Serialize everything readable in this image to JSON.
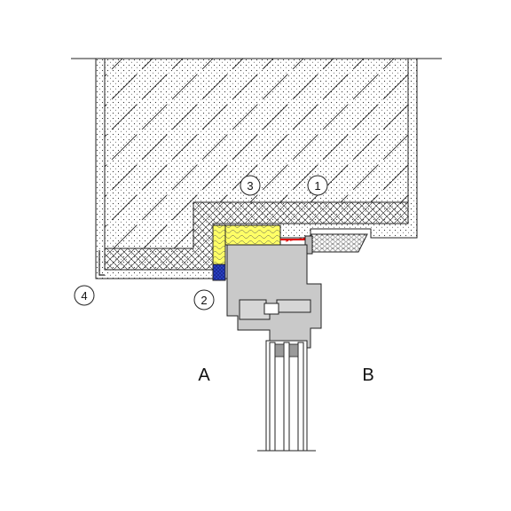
{
  "callouts": [
    {
      "id": "1",
      "label": "1"
    },
    {
      "id": "2",
      "label": "2"
    },
    {
      "id": "3",
      "label": "3"
    },
    {
      "id": "4",
      "label": "4"
    }
  ],
  "sides": {
    "interior": "A",
    "exterior": "B"
  },
  "colors": {
    "insulation_yellow": "#ffff66",
    "seal_blue": "#2a3fbf",
    "frame_grey": "#c9c9c9",
    "seal_red": "#e00000",
    "line": "#1a1a1a"
  }
}
